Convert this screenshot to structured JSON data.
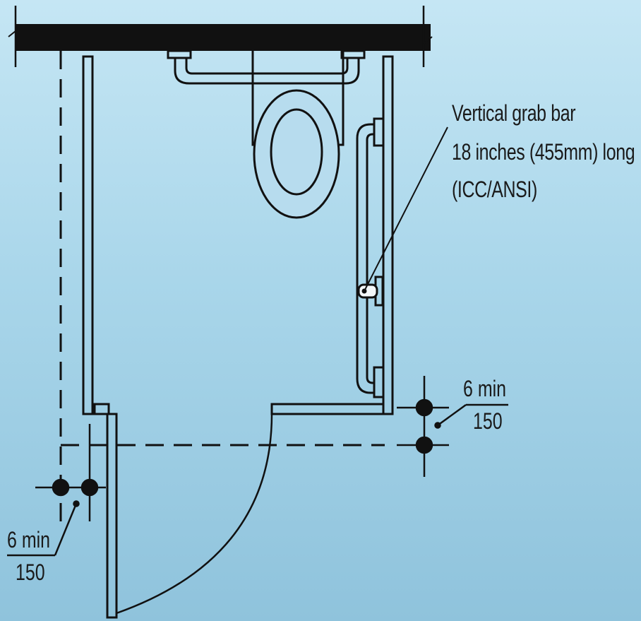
{
  "callout": {
    "line1": "Vertical grab bar",
    "line2": "18 inches (455mm) long",
    "line3": "(ICC/ANSI)"
  },
  "dimension_right": {
    "top": "6 min",
    "bottom": "150"
  },
  "dimension_left": {
    "top": "6 min",
    "bottom": "150"
  },
  "colors": {
    "ink": "#111111",
    "background_top": "#c5e6f4",
    "background_bottom": "#8fc3dc"
  }
}
